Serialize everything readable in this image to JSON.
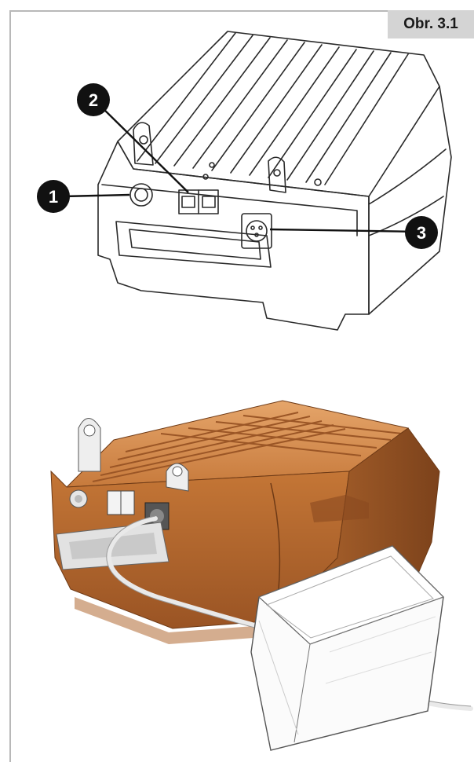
{
  "figure": {
    "label": "Obr. 3.1"
  },
  "callouts": [
    {
      "number": "1",
      "meaning": "connector-round"
    },
    {
      "number": "2",
      "meaning": "connector-double"
    },
    {
      "number": "3",
      "meaning": "connector-xlr"
    }
  ],
  "colors": {
    "line_art": "#2a2a2a",
    "battery_body": "#b5652d",
    "battery_highlight": "#d98b4a",
    "battery_shadow": "#8a4a1f",
    "label_bg": "#d4d4d4",
    "callout_fill": "#111111"
  }
}
